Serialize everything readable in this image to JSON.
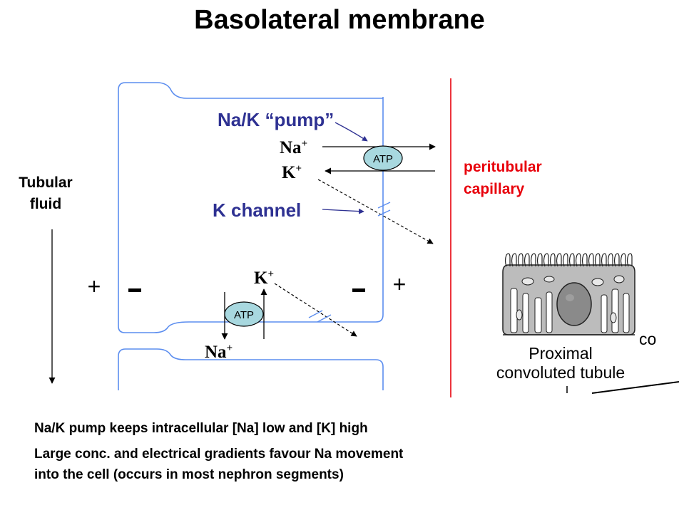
{
  "title": "Basolateral membrane",
  "labels": {
    "tubular_fluid_line1": "Tubular",
    "tubular_fluid_line2": "fluid",
    "pump": "Na/K “pump”",
    "k_channel": "K channel",
    "peritubular_line1": "peritubular",
    "peritubular_line2": "capillary"
  },
  "ions": {
    "na": "Na",
    "k": "K",
    "plus_superscript": "+"
  },
  "atp_label": "ATP",
  "charge_signs": {
    "plus": "+",
    "minus": "-"
  },
  "tubule_image": {
    "caption_line1": "Proximal",
    "caption_line2": "convoluted tubule",
    "cropped_text": "co"
  },
  "notes": [
    "Na/K pump keeps intracellular [Na] low and [K] high",
    "Large conc. and electrical gradients favour Na movement",
    "into the cell (occurs in most nephron segments)"
  ],
  "colors": {
    "membrane": "#5b8def",
    "label_blue": "#2e3192",
    "capillary_red": "#e8000b",
    "atp_fill": "#a8d8df"
  }
}
